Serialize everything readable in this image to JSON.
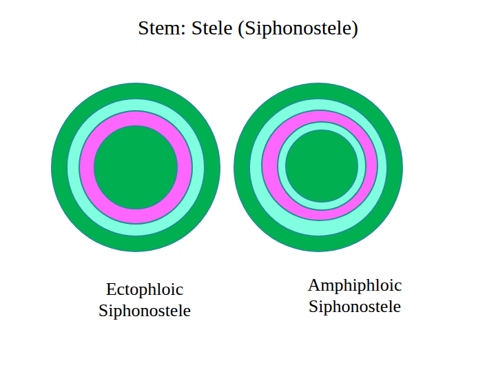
{
  "diagram": {
    "title": "Stem: Stele (Siphonostele)",
    "labels": [
      "Ectophloic Siphonostele",
      "Amphiphloic Siphonostele"
    ]
  }
}
